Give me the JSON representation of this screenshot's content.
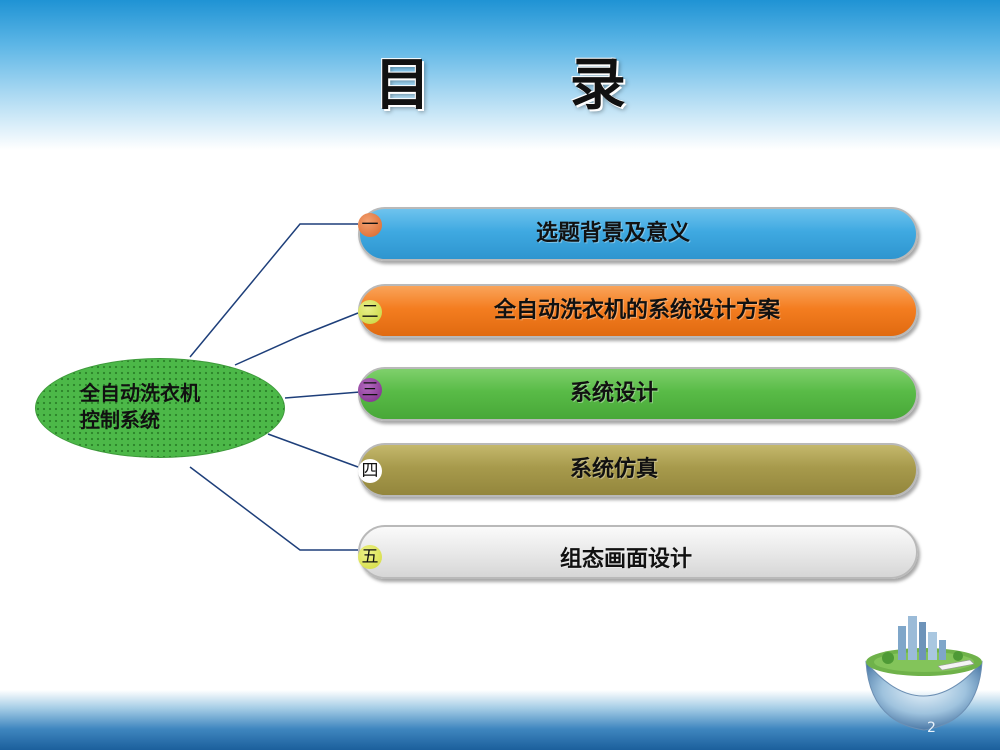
{
  "slide": {
    "title": "目 录",
    "root": {
      "line1": "全自动洗衣机",
      "line2": "控制系统"
    },
    "items": [
      {
        "number": "一",
        "label": "选题背景及意义",
        "color": "#3fa9e1",
        "number_color": "#d8662a"
      },
      {
        "number": "二",
        "label": "全自动洗衣机的系统设计方案",
        "color": "#f47d20",
        "number_color": "#c8d53a"
      },
      {
        "number": "三",
        "label": "系统设计",
        "color": "#59bb47",
        "number_color": "#7a2a86"
      },
      {
        "number": "四",
        "label": "系统仿真",
        "color": "#a79a4c",
        "number_color": "#ffffff"
      },
      {
        "number": "五",
        "label": "组态画面设计",
        "color": "#e9e9e9",
        "number_color": "#d2d93d"
      }
    ],
    "page_number": "2"
  },
  "colors": {
    "header_top": "#1f93d4",
    "footer_bottom": "#1b5f9c",
    "root_fill": "#4cb848",
    "connector": "#1e3f7a"
  }
}
